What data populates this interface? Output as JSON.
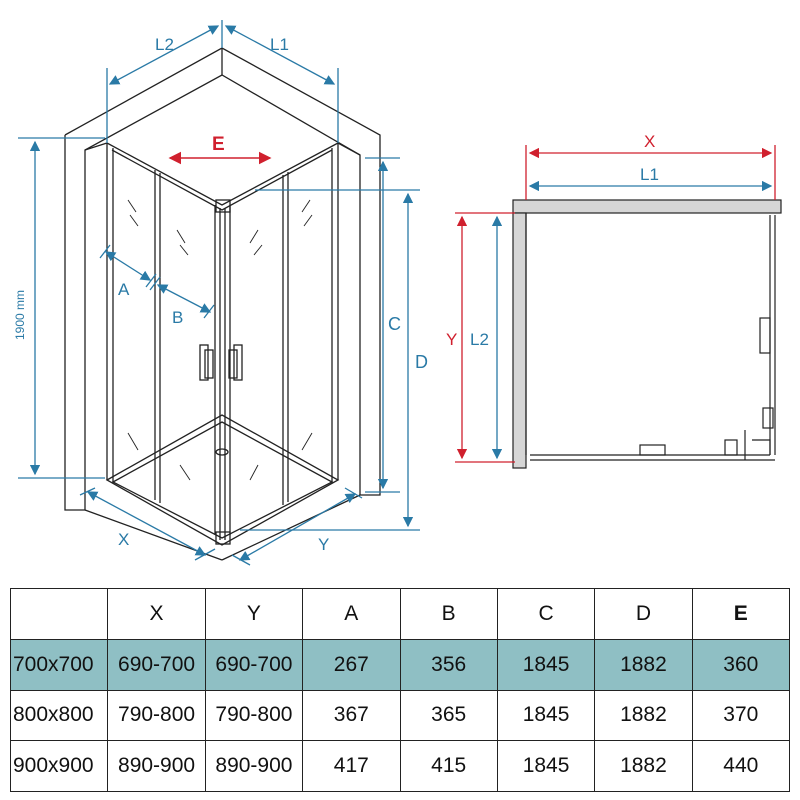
{
  "labels": {
    "L1": "L1",
    "L2": "L2",
    "E": "E",
    "A": "A",
    "B": "B",
    "C": "C",
    "D": "D",
    "X": "X",
    "Y": "Y",
    "height": "1900 mm"
  },
  "colors": {
    "dimension_blue": "#2a7aa6",
    "dimension_red": "#d0202e",
    "highlight_row": "#8fbfc4",
    "line": "#222222"
  },
  "table": {
    "headers": [
      "",
      "X",
      "Y",
      "A",
      "B",
      "C",
      "D",
      "E"
    ],
    "rows": [
      [
        "700x700",
        "690-700",
        "690-700",
        "267",
        "356",
        "1845",
        "1882",
        "360"
      ],
      [
        "800x800",
        "790-800",
        "790-800",
        "367",
        "365",
        "1845",
        "1882",
        "370"
      ],
      [
        "900x900",
        "890-900",
        "890-900",
        "417",
        "415",
        "1845",
        "1882",
        "440"
      ]
    ]
  }
}
